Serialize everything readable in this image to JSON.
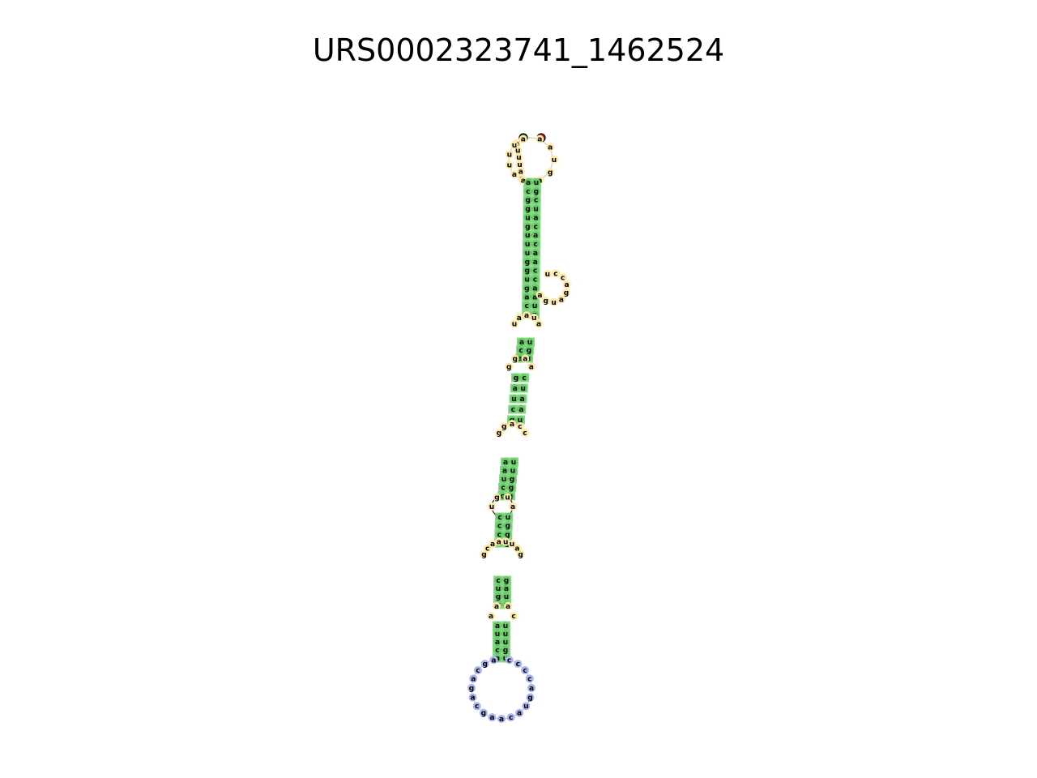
{
  "title": "URS0002323741_1462524",
  "colors": {
    "stem": "#66cc66",
    "pair_bond": "#e04040",
    "loop": "#fde9a8",
    "hairpin_loop": "#aab4ee",
    "five_prime": "#1a7a1a",
    "three_prime": "#dd1111"
  },
  "structure": {
    "five_prime_base": "a",
    "three_prime_base": "u",
    "exterior_loop_left": [
      "a",
      "u",
      "u",
      "u",
      "a",
      "a"
    ],
    "exterior_loop_right": [
      "a",
      "a",
      "u",
      "g",
      "a"
    ],
    "stem_1": {
      "left": [
        "a",
        "c",
        "g",
        "g",
        "u",
        "g",
        "u",
        "u",
        "u",
        "g",
        "g",
        "u",
        "g",
        "a",
        "c",
        "u"
      ],
      "right": [
        "u",
        "g",
        "c",
        "u",
        "a",
        "c",
        "a",
        "c",
        "a",
        "a",
        "c",
        "c",
        "a",
        "a",
        "u",
        "a"
      ]
    },
    "bulge_loop": [
      "u",
      "c",
      "c",
      "a",
      "g",
      "a",
      "u",
      "g",
      "a"
    ],
    "interior_loop_1": [
      "u",
      "a",
      "a",
      "u",
      "a"
    ],
    "stem_2": {
      "left": [
        "a",
        "c",
        "a"
      ],
      "right": [
        "u",
        "g",
        "u"
      ]
    },
    "interior_loop_2": [
      "g",
      "g",
      "a",
      "a"
    ],
    "stem_3": {
      "left": [
        "g",
        "a",
        "u",
        "c",
        "g"
      ],
      "right": [
        "c",
        "u",
        "a",
        "a",
        "u"
      ]
    },
    "interior_loop_3": [
      "g",
      "g",
      "a",
      "c",
      "c"
    ],
    "stem_4": {
      "left": [
        "a",
        "a",
        "u",
        "c",
        "c"
      ],
      "right": [
        "u",
        "u",
        "g",
        "g",
        "g"
      ]
    },
    "interior_loop_4": [
      "u",
      "g",
      "u",
      "a"
    ],
    "stem_5": {
      "left": [
        "c",
        "c",
        "c",
        "u"
      ],
      "right": [
        "u",
        "g",
        "g",
        "g"
      ]
    },
    "interior_loop_5": [
      "g",
      "c",
      "a",
      "a",
      "u",
      "u",
      "a",
      "g"
    ],
    "stem_6": {
      "left": [
        "c",
        "u",
        "g",
        "u"
      ],
      "right": [
        "g",
        "a",
        "u",
        "a"
      ]
    },
    "interior_loop_6": [
      "a",
      "a",
      "a",
      "c"
    ],
    "stem_7": {
      "left": [
        "a",
        "u",
        "a",
        "c",
        "a"
      ],
      "right": [
        "u",
        "u",
        "u",
        "g",
        "u"
      ]
    },
    "hairpin_loop": [
      "a",
      "g",
      "c",
      "a",
      "g",
      "a",
      "c",
      "g",
      "a",
      "a",
      "c",
      "a",
      "u",
      "g",
      "a",
      "c",
      "c",
      "c",
      "c"
    ]
  }
}
